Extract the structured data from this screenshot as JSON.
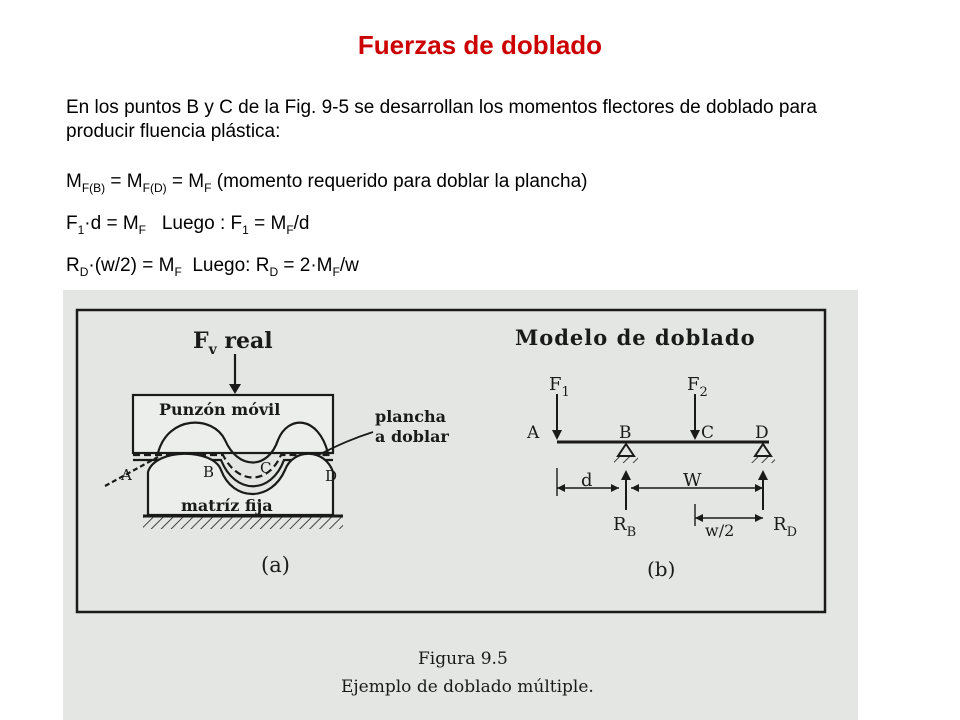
{
  "slide": {
    "title": "Fuerzas de doblado",
    "intro": "En los puntos B y C de la Fig. 9-5 se desarrollan los momentos flectores de doblado para producir fluencia plástica:",
    "eq1": {
      "m1": "M",
      "m1_sub": "F(B)",
      "eq_a": " = M",
      "m2_sub": "F(D)",
      "eq_b": " = M",
      "m3_sub": "F",
      "tail": " (momento requerido para doblar la plancha)"
    },
    "eq2": {
      "f": "F",
      "f_sub": "1",
      "mid": "·d = M",
      "m_sub": "F",
      "luego": "   Luego : F",
      "f2_sub": "1",
      "mid2": " = M",
      "m2_sub": "F",
      "tail": "/d"
    },
    "eq3": {
      "r": "R",
      "r_sub": "D",
      "mid": "·(w/2) = M",
      "m_sub": "F",
      "luego": "  Luego: R",
      "r2_sub": "D",
      "mid2": " = 2·M",
      "m2_sub": "F",
      "tail": "/w"
    }
  },
  "figure": {
    "a": {
      "force": "F",
      "force_sub": "v",
      "force_tail": " real",
      "punch": "Punzón móvil",
      "die": "matríz fija",
      "sheet_line1": "plancha",
      "sheet_line2": "a doblar",
      "pt_a": "A",
      "pt_b": "B",
      "pt_c": "C",
      "pt_d": "D",
      "caption": "(a)"
    },
    "b": {
      "title": "Modelo de doblado",
      "f1": "F",
      "f1_sub": "1",
      "f2": "F",
      "f2_sub": "2",
      "pt_a": "A",
      "pt_b": "B",
      "pt_c": "C",
      "pt_d": "D",
      "dim_d": "d",
      "dim_w": "W",
      "dim_w2": "w/2",
      "rb": "R",
      "rb_sub": "B",
      "rd": "R",
      "rd_sub": "D",
      "caption": "(b)"
    },
    "caption_line1": "Figura 9.5",
    "caption_line2": "Ejemplo de doblado múltiple."
  },
  "colors": {
    "title": "#cc0000",
    "figure_bg": "#e4e6e3",
    "ink": "#1a1a1a"
  }
}
